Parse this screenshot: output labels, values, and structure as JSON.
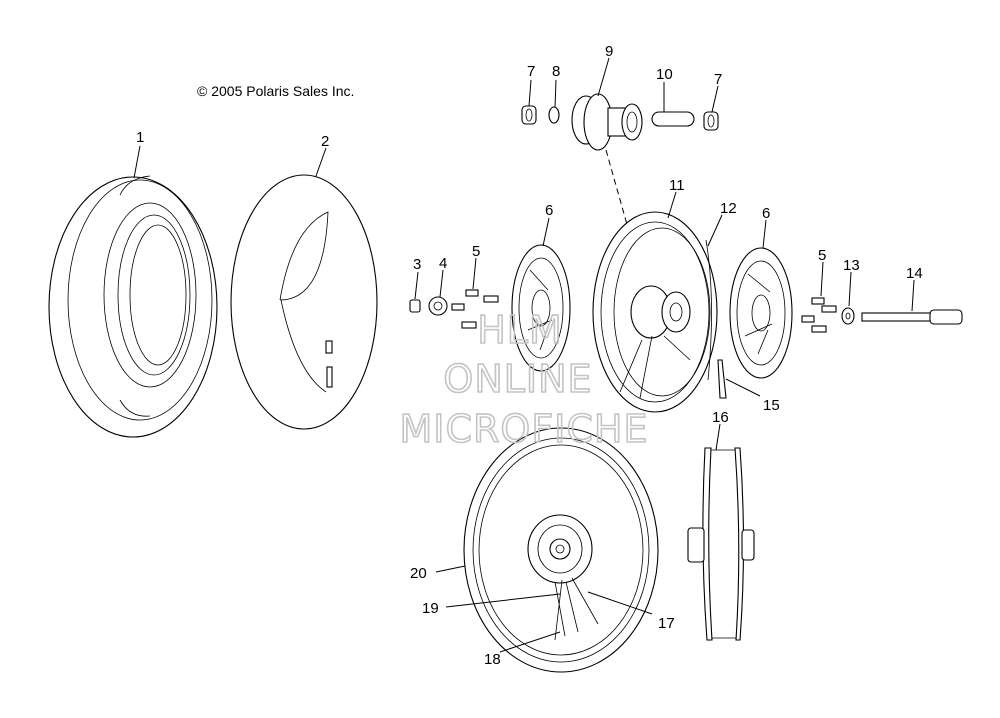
{
  "copyright": "© 2005 Polaris Sales Inc.",
  "watermark": {
    "line1": "HLM",
    "line2": "ONLINE",
    "line3": "MICROFICHE"
  },
  "callouts": {
    "c1": "1",
    "c2": "2",
    "c3": "3",
    "c4": "4",
    "c5a": "5",
    "c5b": "5",
    "c6a": "6",
    "c6b": "6",
    "c7a": "7",
    "c7b": "7",
    "c8": "8",
    "c9": "9",
    "c10": "10",
    "c11": "11",
    "c12": "12",
    "c13": "13",
    "c14": "14",
    "c15": "15",
    "c16": "16",
    "c17": "17",
    "c18": "18",
    "c19": "19",
    "c20": "20"
  }
}
